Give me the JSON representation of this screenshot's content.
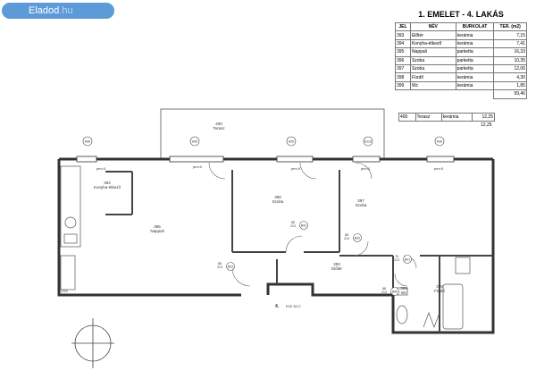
{
  "logo": {
    "brand": "Eladod",
    "tld": ".hu"
  },
  "table": {
    "title": "1. EMELET - 4. LAKÁS",
    "headers": [
      "JEL",
      "NÉV",
      "BURKOLAT",
      "TER. (m2)"
    ],
    "rows": [
      {
        "jel": "393",
        "nev": "Előtér",
        "burkolat": "kerámia",
        "ter": "7,15"
      },
      {
        "jel": "394",
        "nev": "Konyha-étkező",
        "burkolat": "kerámia",
        "ter": "7,41"
      },
      {
        "jel": "395",
        "nev": "Nappali",
        "burkolat": "parketta",
        "ter": "16,33"
      },
      {
        "jel": "396",
        "nev": "Szoba",
        "burkolat": "parketta",
        "ter": "10,35"
      },
      {
        "jel": "397",
        "nev": "Szoba",
        "burkolat": "parketta",
        "ter": "12,06"
      },
      {
        "jel": "398",
        "nev": "Fürdő",
        "burkolat": "kerámia",
        "ter": "4,30"
      },
      {
        "jel": "399",
        "nev": "Wc",
        "burkolat": "kerámia",
        "ter": "1,85"
      }
    ],
    "total": "59,46"
  },
  "terrace": {
    "jel": "400",
    "nev": "Terasz",
    "burkolat": "kerámia",
    "ter": "12,25",
    "total": "12,25"
  },
  "plan": {
    "terrace_label": "400\nTerasz",
    "rooms": {
      "konyha": "394\nKonyha-étkező",
      "nappali": "395\nNappali",
      "szoba1": "396\nSzoba",
      "szoba2": "397\nSzoba",
      "eloter": "393\nElőtér",
      "wc": "399\nWc",
      "furdo": "398\nFürdő"
    },
    "level_marks": [
      "pm=0",
      "pm=0",
      "pm=0",
      "pm=0",
      "pm=0"
    ],
    "window_tags": [
      "A08",
      "A06",
      "A05",
      "A11b",
      "A06"
    ],
    "door_tags": [
      "B03",
      "B02",
      "B02",
      "B01",
      "B05"
    ],
    "door_dims": [
      "88\n213",
      "88\n213",
      "88\n213",
      "76\n213",
      "88\n213"
    ],
    "entry_label": "4.",
    "entry_sub": "E32 30-C",
    "lds_label": "LDS"
  }
}
